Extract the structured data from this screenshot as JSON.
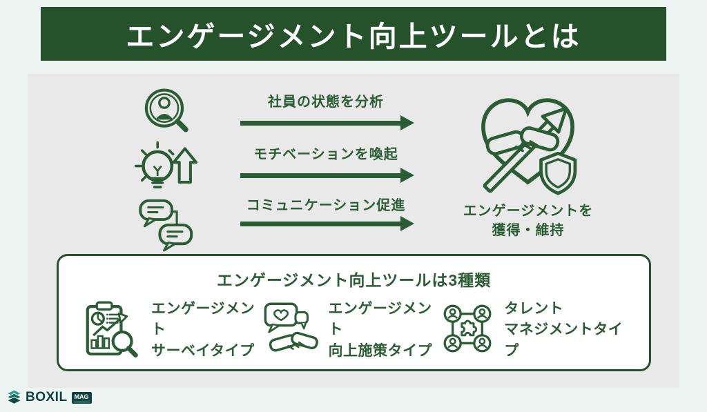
{
  "header": {
    "title": "エンゲージメント向上ツールとは"
  },
  "flow": {
    "steps": [
      {
        "icon": "person-search-icon",
        "label": "社員の状態を分析"
      },
      {
        "icon": "lightbulb-growth-icon",
        "label": "モチベーションを喚起"
      },
      {
        "icon": "chat-bubbles-icon",
        "label": "コミュニケーション促進"
      }
    ],
    "result": {
      "icon": "heart-handshake-growth-shield-icon",
      "label_line1": "エンゲージメントを",
      "label_line2": "獲得・維持"
    }
  },
  "types_box": {
    "title": "エンゲージメント向上ツールは3種類",
    "items": [
      {
        "icon": "survey-report-icon",
        "label_line1": "エンゲージメント",
        "label_line2": "サーベイタイプ"
      },
      {
        "icon": "feedback-handshake-icon",
        "label_line1": "エンゲージメント",
        "label_line2": "向上施策タイプ"
      },
      {
        "icon": "talent-network-icon",
        "label_line1": "タレント",
        "label_line2": "マネジメントタイプ"
      }
    ]
  },
  "footer": {
    "brand": "BOXIL",
    "brand_badge": "MAG"
  },
  "colors": {
    "banner_green": "#26522B",
    "accent_green": "#2B5D34",
    "panel_gray": "#E9E9E9",
    "page_mint": "#EDF4F1",
    "box_white": "#FFFFFF",
    "logo_teal": "#10423C"
  }
}
